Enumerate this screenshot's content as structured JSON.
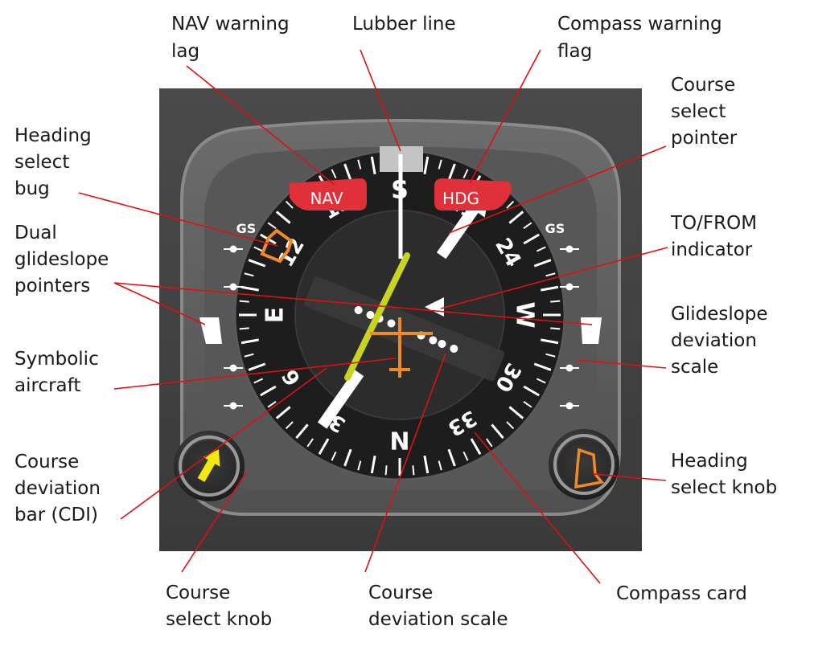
{
  "instrument": {
    "flags": {
      "nav": "NAV",
      "hdg": "HDG"
    },
    "gs_left": "GS",
    "gs_right": "GS",
    "card_labels": [
      {
        "text": "N",
        "heading": 0
      },
      {
        "text": "3",
        "heading": 30
      },
      {
        "text": "6",
        "heading": 60
      },
      {
        "text": "E",
        "heading": 90
      },
      {
        "text": "12",
        "heading": 120
      },
      {
        "text": "15",
        "heading": 150
      },
      {
        "text": "S",
        "heading": 180
      },
      {
        "text": "21",
        "heading": 210
      },
      {
        "text": "24",
        "heading": 240
      },
      {
        "text": "W",
        "heading": 270
      },
      {
        "text": "30",
        "heading": 300
      },
      {
        "text": "33",
        "heading": 330
      }
    ],
    "colors": {
      "warning_flag": "#e0303a",
      "cdi": "#c8d41e",
      "aircraft": "#f08a24",
      "course_knob_arrow": "#f2ea0c",
      "heading_bug": "#f08a24",
      "leader": "#dd1111"
    }
  },
  "labels": {
    "nav_warning_flag": [
      "NAV warning",
      "lag"
    ],
    "lubber_line": [
      "Lubber line"
    ],
    "compass_warning_flag": [
      "Compass warning",
      "flag"
    ],
    "course_select_pointer": [
      "Course",
      "select",
      "pointer"
    ],
    "heading_select_bug": [
      "Heading",
      "select",
      "bug"
    ],
    "to_from_indicator": [
      "TO/FROM",
      "indicator"
    ],
    "dual_glideslope_pointers": [
      "Dual",
      "glideslope",
      "pointers"
    ],
    "glideslope_deviation_scale": [
      "Glideslope",
      "deviation",
      "scale"
    ],
    "symbolic_aircraft": [
      "Symbolic",
      "aircraft"
    ],
    "heading_select_knob": [
      "Heading",
      "select knob"
    ],
    "course_deviation_bar": [
      "Course",
      "deviation",
      "bar (CDI)"
    ],
    "course_select_knob": [
      "Course",
      "select knob"
    ],
    "course_deviation_scale": [
      "Course",
      "deviation scale"
    ],
    "compass_card": [
      "Compass card"
    ]
  }
}
